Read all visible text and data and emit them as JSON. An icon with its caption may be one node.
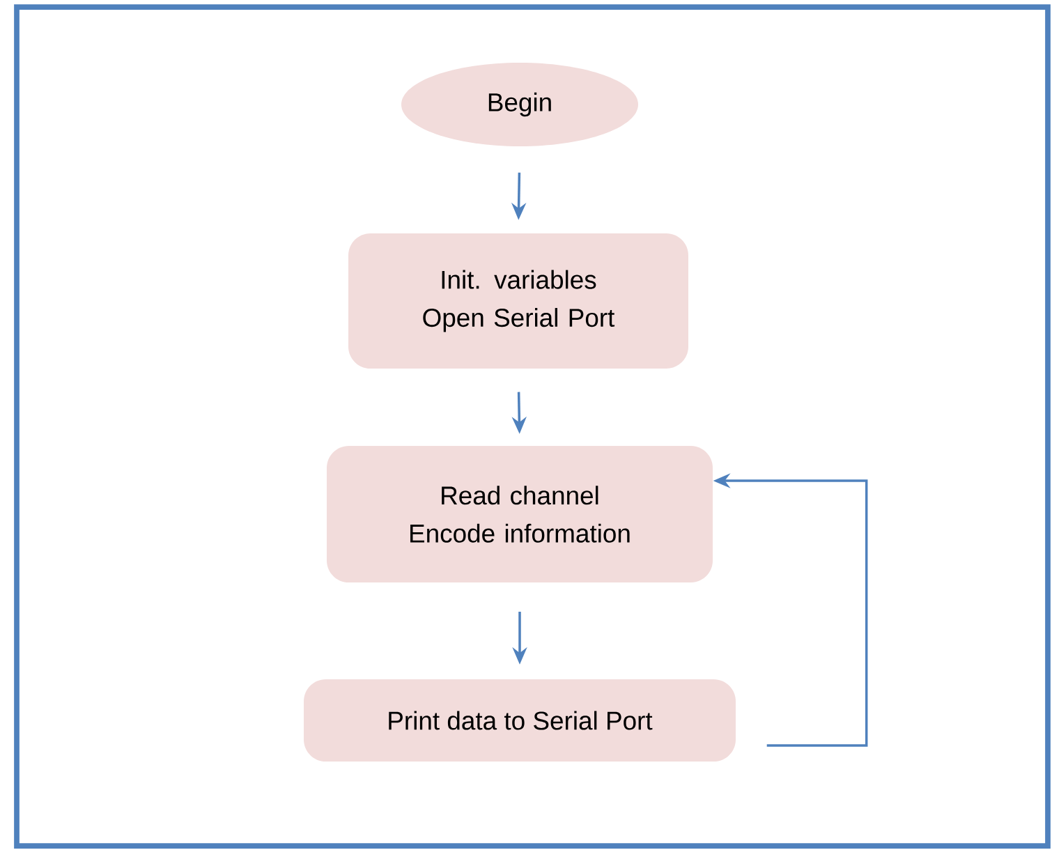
{
  "diagram": {
    "nodes": [
      {
        "text": [
          "Begin"
        ]
      },
      {
        "text": [
          "Init. variables Open Serial Port"
        ]
      },
      {
        "text": [
          "Read channel Encode information"
        ]
      },
      {
        "text": [
          "Print data to Serial Port"
        ]
      }
    ],
    "edges": [
      {
        "from": 0,
        "to": 1,
        "arrow": "to"
      },
      {
        "from": 1,
        "to": 2,
        "arrow": "to"
      },
      {
        "from": 2,
        "to": 3,
        "arrow": "to"
      },
      {
        "from": 3,
        "to": 2,
        "arrow": "to"
      }
    ]
  }
}
